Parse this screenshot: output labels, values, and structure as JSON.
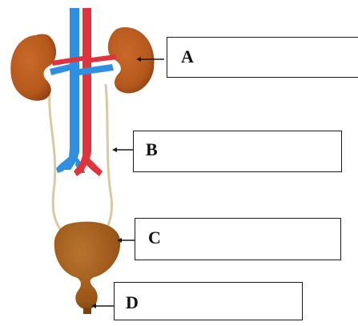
{
  "labels": {
    "a": "A",
    "b": "B",
    "c": "C",
    "d": "D"
  },
  "colors": {
    "organ": "#b5581c",
    "organ_dark": "#8a3e12",
    "artery": "#e0343c",
    "vein": "#2f8fe0",
    "ureter": "#d8c9a3",
    "pointer": "#1a1a1a"
  }
}
